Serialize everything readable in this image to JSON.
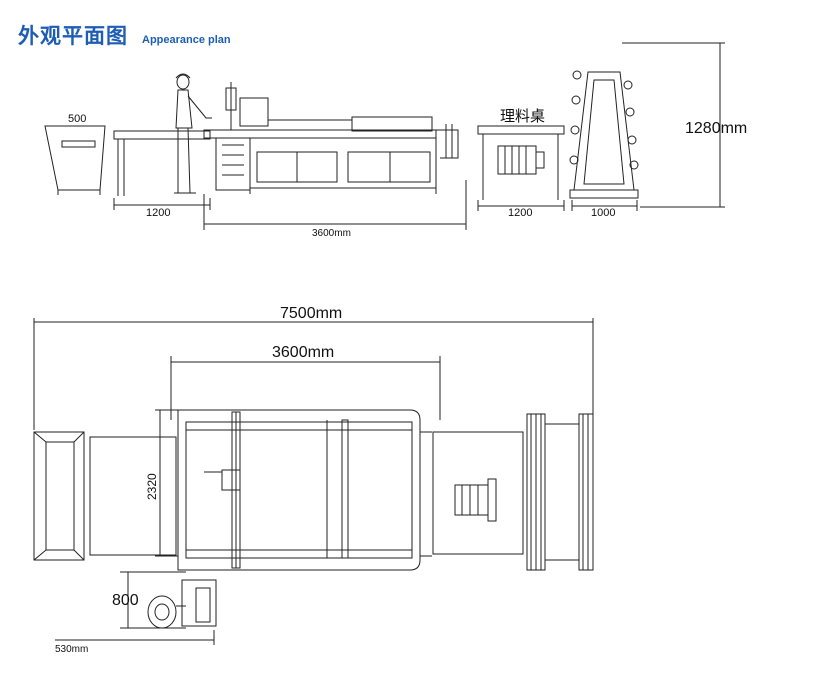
{
  "title": {
    "zh": "外观平面图",
    "en": "Appearance plan"
  },
  "side_view": {
    "bin_width": "500",
    "table_left_width": "1200",
    "machine_length": "3600mm",
    "sorting_table_label": "理料桌",
    "sorting_table_width": "1200",
    "rack_width": "1000",
    "height": "1280mm"
  },
  "top_view": {
    "total_length": "7500mm",
    "machine_length": "3600mm",
    "width": "2320",
    "operator_depth": "800",
    "operator_width": "530mm"
  },
  "colors": {
    "title": "#1e5db5",
    "line": "#222222"
  }
}
